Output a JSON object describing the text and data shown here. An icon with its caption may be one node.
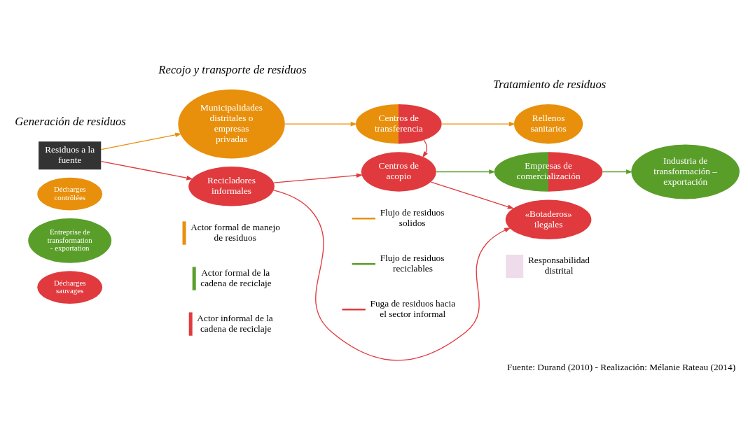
{
  "diagram": {
    "caption": "Fuente: Durand (2010) - Realización: Mélanie Rateau (2014)",
    "nodes": [
      {
        "text": [
          "Residuos a la fuente"
        ]
      },
      {
        "text": [
          "Municipalidades distritales o empresas privadas"
        ]
      },
      {
        "text": [
          "Centros de transferencia"
        ]
      },
      {
        "text": [
          "Rellenos sanitarios"
        ]
      },
      {
        "text": [
          "Recicladores informales"
        ]
      },
      {
        "text": [
          "Centros de acopio"
        ]
      },
      {
        "text": [
          "Empresas de comercialización"
        ]
      },
      {
        "text": [
          "Industria de transformación – exportación"
        ]
      },
      {
        "text": [
          "«Botaderos» ilegales"
        ]
      },
      {
        "text": [
          "Décharges contrôlées"
        ]
      },
      {
        "text": [
          "Entreprise de transformation - exportation"
        ]
      },
      {
        "text": [
          "Décharges sauvages"
        ]
      }
    ],
    "edges": [
      {
        "from": 0,
        "to": 1,
        "arrow": "to",
        "color": "#e8900c"
      },
      {
        "from": 0,
        "to": 4,
        "arrow": "to"
      },
      {
        "from": 1,
        "to": 2,
        "arrow": "to",
        "color": "#e8900c"
      },
      {
        "from": 2,
        "to": 3,
        "arrow": "to",
        "color": "#e8900c"
      },
      {
        "from": 2,
        "to": 5,
        "arrow": "to"
      },
      {
        "from": 4,
        "to": 5,
        "arrow": "to"
      },
      {
        "from": 5,
        "to": 6,
        "arrow": "to",
        "color": "#5a9e2a"
      },
      {
        "from": 6,
        "to": 7,
        "arrow": "to",
        "color": "#5a9e2a"
      },
      {
        "from": 5,
        "to": 8,
        "arrow": "to"
      },
      {
        "from": 4,
        "to": 8,
        "arrow": "to"
      }
    ],
    "labels": [
      "Generación de residuos",
      "Recojo y transporte de residuos",
      "Tratamiento de residuos"
    ],
    "legend": [
      {
        "text": "Actor formal de manejo de residuos",
        "color": "#e8900c"
      },
      {
        "text": "Actor formal de la cadena de reciclaje",
        "color": "#5a9e2a"
      },
      {
        "text": "Actor informal de la cadena de reciclaje",
        "color": "#e03a3e"
      },
      {
        "text": "Flujo de residuos solidos"
      },
      {
        "text": "Flujo de residuos reciclables"
      },
      {
        "text": "Fuga de residuos hacia el sector informal"
      },
      {
        "text": "Responsabilidad distrital",
        "color": "#efdcea"
      }
    ]
  }
}
